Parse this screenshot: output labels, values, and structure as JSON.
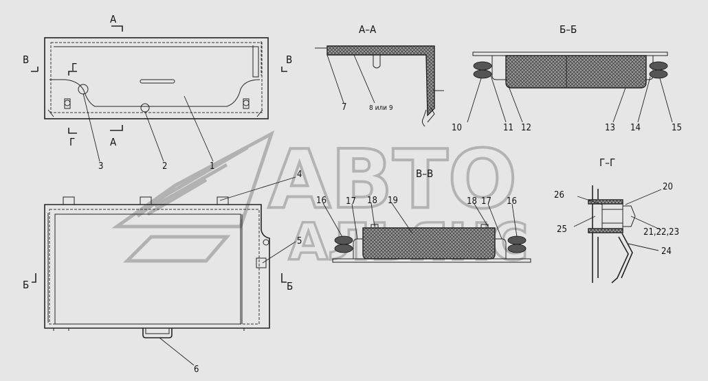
{
  "watermark": {
    "line1": "АВТО",
    "line2": "АЛЬЯНС"
  },
  "sections": {
    "aa": "А–А",
    "bb": "Б–Б",
    "vv": "В–В",
    "gg": "Г–Г"
  },
  "cut_marks": {
    "a": "А",
    "b": "Б",
    "v": "В",
    "g": "Г"
  },
  "note_8_9": "8 или 9",
  "callouts": {
    "n1": "1",
    "n2": "2",
    "n3": "3",
    "n4": "4",
    "n5": "5",
    "n6": "6",
    "n7": "7",
    "n10": "10",
    "n11": "11",
    "n12": "12",
    "n13": "13",
    "n14": "14",
    "n15": "15",
    "n16a": "16",
    "n17a": "17",
    "n18a": "18",
    "n19": "19",
    "n18b": "18",
    "n17b": "17",
    "n16b": "16",
    "n20": "20",
    "n21": "21,22,23",
    "n24": "24",
    "n25": "25",
    "n26": "26"
  }
}
